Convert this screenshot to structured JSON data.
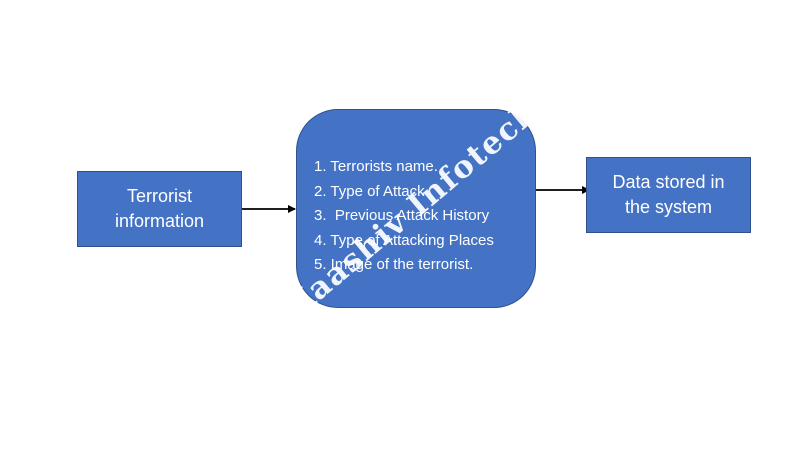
{
  "nodes": {
    "input": {
      "label": "Terrorist\ninformation"
    },
    "process": {
      "items": [
        "1. Terrorists name.",
        "2. Type of Attack",
        "3.  Previous Attack History",
        "4. Type of Attacking Places",
        "5. Image of the terrorist."
      ]
    },
    "output": {
      "label": "Data stored in\nthe system"
    }
  },
  "watermark": "Kaashiv Infotech",
  "colors": {
    "box_fill": "#4472c4",
    "box_border": "#2f528f",
    "text": "#ffffff",
    "arrow": "#000000"
  }
}
